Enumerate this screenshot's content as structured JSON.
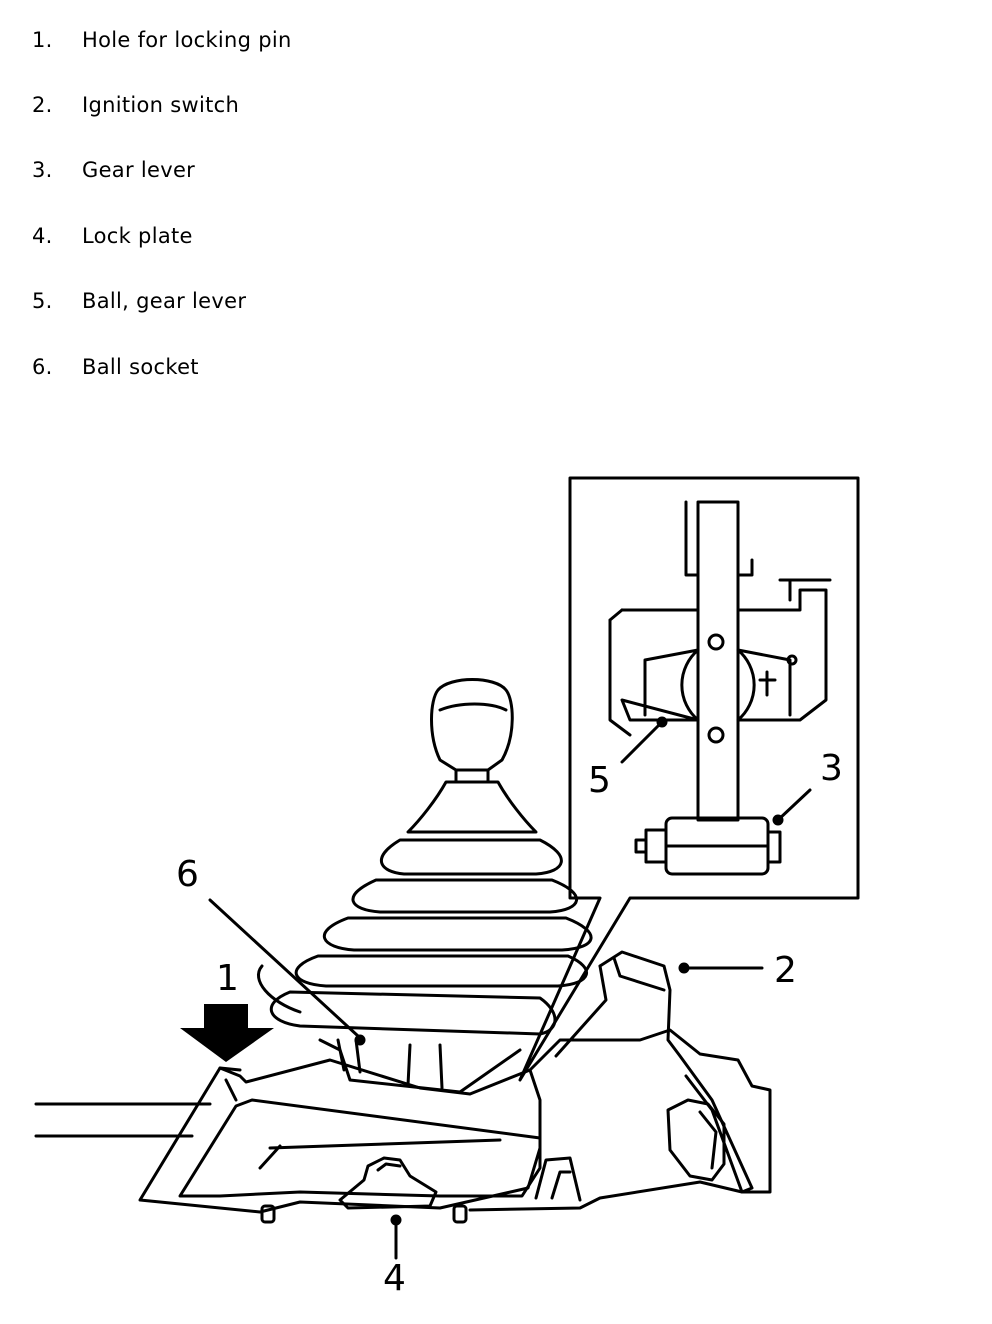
{
  "legend": [
    {
      "num": "1.",
      "label": "Hole for locking pin"
    },
    {
      "num": "2.",
      "label": "Ignition switch"
    },
    {
      "num": "3.",
      "label": "Gear lever"
    },
    {
      "num": "4.",
      "label": "Lock plate"
    },
    {
      "num": "5.",
      "label": "Ball, gear lever"
    },
    {
      "num": "6.",
      "label": "Ball socket"
    }
  ],
  "callouts": {
    "c1": "1",
    "c2": "2",
    "c3": "3",
    "c4": "4",
    "c5": "5",
    "c6": "6"
  },
  "colors": {
    "ink": "#000000",
    "paper": "#ffffff"
  }
}
